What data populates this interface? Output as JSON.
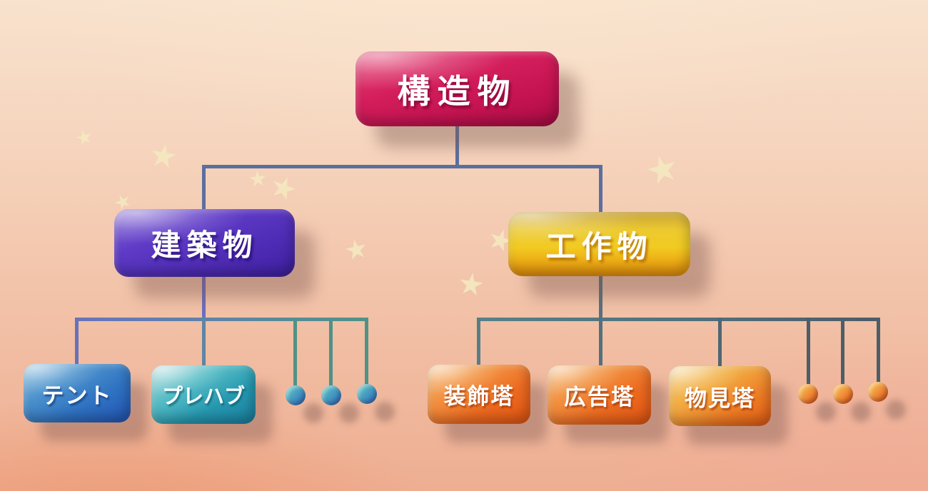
{
  "diagram": {
    "type": "tree",
    "nodes": {
      "root": {
        "label": "構造物"
      },
      "building": {
        "label": "建築物"
      },
      "workpiece": {
        "label": "工作物"
      },
      "tent": {
        "label": "テント"
      },
      "prefab": {
        "label": "プレハブ"
      },
      "decorative_tower": {
        "label": "装飾塔"
      },
      "ad_tower": {
        "label": "広告塔"
      },
      "watchtower": {
        "label": "物見塔"
      }
    },
    "hierarchy": {
      "構造物": {
        "建築物": [
          "テント",
          "プレハブ",
          "…(3 dots = more items)"
        ],
        "工作物": [
          "装飾塔",
          "広告塔",
          "物見塔",
          "…(3 dots = more items)"
        ]
      }
    },
    "ellipsis": {
      "left_dots": 3,
      "right_dots": 3
    }
  },
  "colors": {
    "root_crimson": "#c41350",
    "building_purple": "#4e2bb4",
    "workpiece_gold": "#f2cb21",
    "tent_blue": "#2f72c2",
    "prefab_teal": "#2699b0",
    "tower_orange": "#ec6a20",
    "watchtower_orange": "#f2ae44",
    "connector_blue": "#5b6f9f",
    "connector_teal": "#4f9286",
    "connector_slate": "#51626e",
    "star_cream": "#f3e7bf",
    "background_top": "#f8e2cd",
    "background_bottom": "#eeae92"
  },
  "decorations": {
    "stars_count": 9
  }
}
